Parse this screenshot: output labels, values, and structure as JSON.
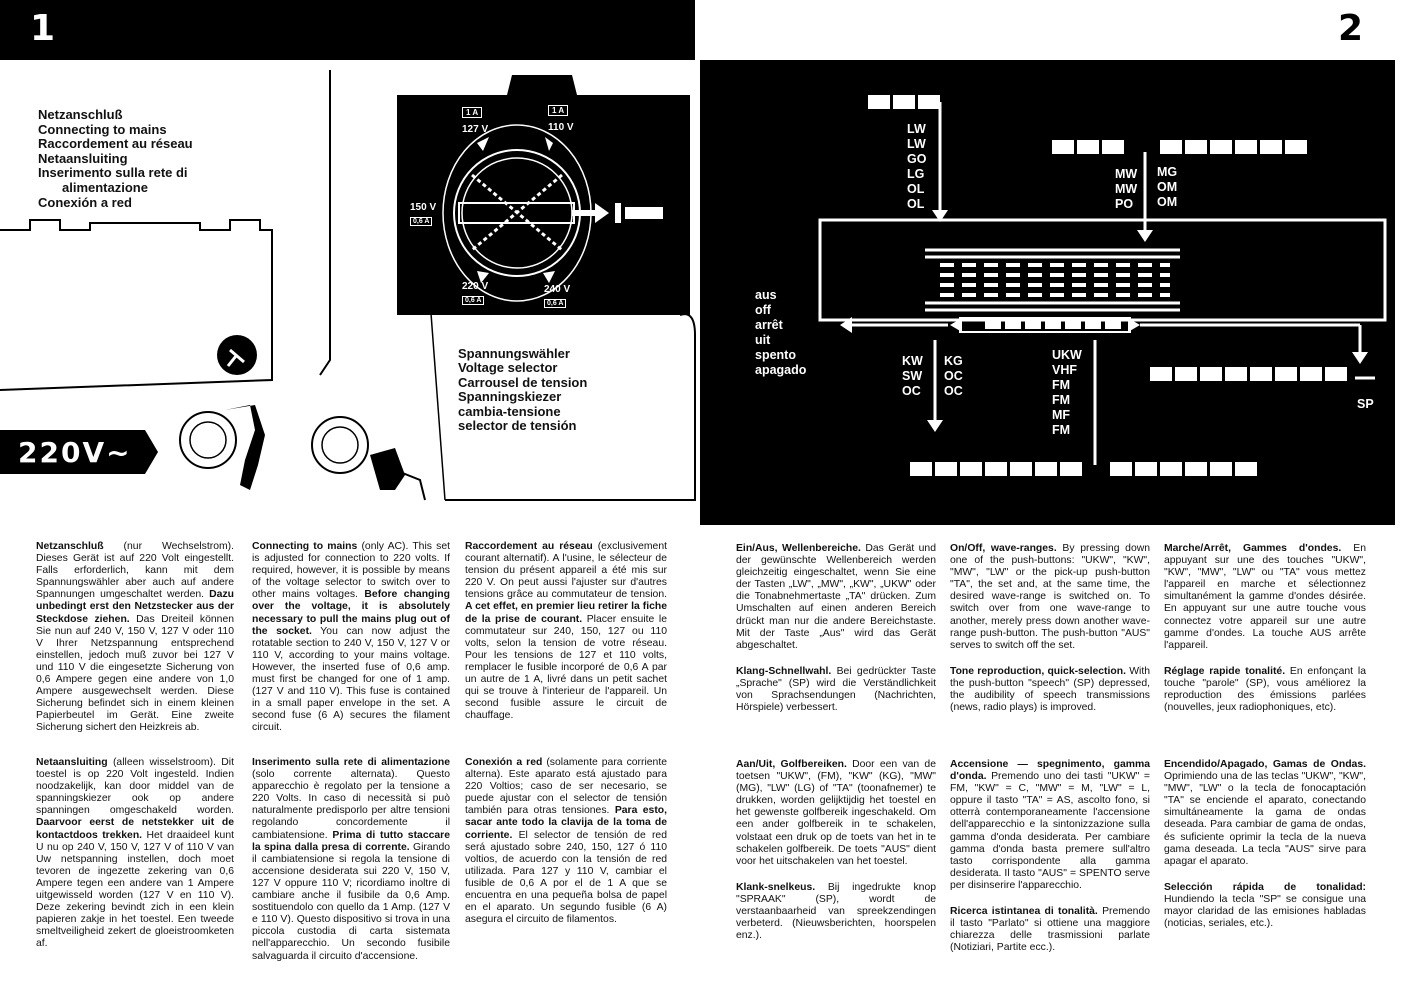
{
  "page_numbers": {
    "left": "1",
    "right": "2"
  },
  "headings": [
    "Netzanschluß",
    "Connecting to mains",
    "Raccordement au réseau",
    "Netaansluiting",
    "Inserimento sulla rete di",
    "alimentazione",
    "Conexión a red"
  ],
  "voltages": {
    "v127": "127 V",
    "v110": "110 V",
    "v150": "150 V",
    "v220": "220 V",
    "v240": "240 V",
    "fuse_1a": "1 A",
    "fuse_06a": "0,6 A"
  },
  "mains_label": "220V~",
  "selector_labels": [
    "Spannungswähler",
    "Voltage selector",
    "Carrousel de tension",
    "Spanningskiezer",
    "cambia-tensione",
    "selector de tensión"
  ],
  "schematic": {
    "lw": [
      "LW",
      "LW",
      "GO",
      "LG",
      "OL",
      "OL"
    ],
    "mw": [
      "MW",
      "MW",
      "PO"
    ],
    "mg": [
      "MG",
      "OM",
      "OM"
    ],
    "off": [
      "aus",
      "off",
      "arrêt",
      "uit",
      "spento",
      "apagado"
    ],
    "kw": [
      "KW",
      "SW",
      "OC"
    ],
    "kg": [
      "KG",
      "OC",
      "OC"
    ],
    "ukw": [
      "UKW",
      "VHF",
      "FM",
      "FM",
      "MF",
      "FM"
    ],
    "sp": "SP"
  },
  "text": {
    "de_b": "Netzanschluß",
    "de_1": " (nur Wechselstrom). Dieses Gerät ist auf 220 Volt eingestellt. Falls erforderlich, kann mit dem Spannungswähler aber auch auf andere Spannungen umgeschaltet werden. ",
    "de_b2": "Dazu unbedingt erst den Netzstecker aus der Steckdose ziehen.",
    "de_2": " Das Dreiteil können Sie nun auf 240 V, 150 V, 127 V oder 110 V Ihrer Netzspannung entsprechend einstellen, jedoch muß zuvor bei 127 V und 110 V die eingesetzte Sicherung von 0,6 Ampere gegen eine andere von 1,0 Ampere ausgewechselt werden. Diese Sicherung befindet sich in einem kleinen Papierbeutel im Gerät. Eine zweite Sicherung sichert den Heizkreis ab.",
    "en_b": "Connecting to mains",
    "en_1": " (only AC). This set is adjusted for connection to 220 volts. If required, however, it is possible by means of the voltage selector to switch over to other mains voltages. ",
    "en_b2": "Before changing over the voltage, it is absolutely necessary to pull the mains plug out of the socket.",
    "en_2": " You can now adjust the rotatable section to 240 V, 150 V, 127 V or 110 V, according to your mains voltage. However, the inserted fuse of 0,6 amp. must first be changed for one of 1 amp. (127 V and 110 V). This fuse is contained in a small paper envelope in the set. A second fuse (6 A) secures the filament circuit.",
    "fr_b": "Raccordement au réseau",
    "fr_1": " (exclusivement courant alternatif). A l'usine, le sélecteur de tension du présent appareil a été mis sur 220 V. On peut aussi l'ajuster sur d'autres tensions grâce au commutateur de tension. ",
    "fr_b2": "A cet effet, en premier lieu retirer la fiche de la prise de courant.",
    "fr_2": " Placer ensuite le commutateur sur 240, 150, 127 ou 110 volts, selon la tension de votre réseau. Pour les tensions de 127 et 110 volts, remplacer le fusible incorporé de 0,6 A par un autre de 1 A, livré dans un petit sachet qui se trouve à l'interieur de l'appareil. Un second fusible assure le circuit de chauffage.",
    "nl_b": "Netaansluiting",
    "nl_1": " (alleen wisselstroom). Dit toestel is op 220 Volt ingesteld. Indien noodzakelijk, kan door middel van de spanningskiezer ook op andere spanningen omgeschakeld worden. ",
    "nl_b2": "Daarvoor eerst de netstekker uit de kontactdoos trekken.",
    "nl_2": " Het draaideel kunt U nu op 240 V, 150 V, 127 V of 110 V van Uw netspanning instellen, doch moet tevoren de ingezette zekering van 0,6 Ampere tegen een andere van 1 Ampere uitgewisseld worden (127 V en 110 V). Deze zekering bevindt zich in een klein papieren zakje in het toestel. Een tweede smeltveiligheid zekert de gloeistroomketen af.",
    "it_b": "Inserimento sulla rete di alimentazione",
    "it_1": " (solo corrente alternata). Questo apparecchio è regolato per la tensione a 220 Volts. In caso di necessità si può naturalmente predisporlo per altre tensioni regolando concordemente il cambiatensione. ",
    "it_b2": "Prima di tutto staccare la spina dalla presa di corrente.",
    "it_2": " Girando il cambiatensione si regola la tensione di accensione desiderata sui 220 V, 150 V, 127 V oppure 110 V; ricordiamo inoltre di cambiare anche il fusibile da 0,6 Amp. sostituendolo con quello da 1 Amp. (127 V e 110 V). Questo dispositivo si trova in una piccola custodia di carta sistemata nell'apparecchio. Un secondo fusibile salvaguarda il circuito d'accensione.",
    "es_b": "Conexión a red",
    "es_1": " (solamente para corriente alterna). Este aparato está ajustado para 220 Voltios; caso de ser necesario, se puede ajustar con el selector de tensión también para otras tensiones. ",
    "es_b2": "Para esto, sacar ante todo la clavija de la toma de corriente.",
    "es_2": " El selector de tensión de red será ajustado sobre 240, 150, 127 ó 110 voltios, de acuerdo con la tensión de red utilizada. Para 127 y 110 V, cambiar el fusible de 0,6 A por el de 1 A que se encuentra en una pequeña bolsa de papel en el aparato. Un segundo fusible (6 A) asegura el circuito de filamentos.",
    "r1_b": "Ein/Aus, Wellenbereiche.",
    "r1_1": " Das Gerät und der gewünschte Wellenbereich werden gleichzeitig eingeschaltet, wenn Sie eine der Tasten „LW\", „MW\", „KW\", „UKW\" oder die Tonabnehmertaste „TA\" drücken. Zum Umschalten auf einen anderen Bereich drückt man nur die andere Bereichstaste. Mit der Taste „Aus\" wird das Gerät abgeschaltet.",
    "r1_b2": "Klang-Schnellwahl.",
    "r1_2": " Bei gedrückter Taste „Sprache\" (SP) wird die Verständlichkeit von Sprachsendungen (Nachrichten, Hörspiele) verbessert.",
    "r2_b": "On/Off, wave-ranges.",
    "r2_1": " By pressing down one of the push-buttons: \"UKW\", \"KW\", \"MW\", \"LW\" or the pick-up push-button \"TA\", the set and, at the same time, the desired wave-range is switched on. To switch over from one wave-range to another, merely press down another wave-range push-button. The push-button \"AUS\" serves to switch off the set.",
    "r2_b2": "Tone reproduction, quick-selection.",
    "r2_2": " With the push-button \"speech\" (SP) depressed, the audibility of speech transmissions (news, radio plays) is improved.",
    "r3_b": "Marche/Arrêt, Gammes d'ondes.",
    "r3_1": " En appuyant sur une des touches \"UKW\", \"KW\", \"MW\", \"LW\" ou \"TA\" vous mettez l'appareil en marche et sélectionnez simultanément la gamme d'ondes désirée. En appuyant sur une autre touche vous connectez votre appareil sur une autre gamme d'ondes. La touche AUS arrête l'appareil.",
    "r3_b2": "Réglage rapide tonalité.",
    "r3_2": " En enfonçant la touche \"parole\" (SP), vous améliorez la reproduction des émissions parlées (nouvelles, jeux radiophoniques, etc).",
    "r4_b": "Aan/Uit, Golfbereiken.",
    "r4_1": " Door een van de toetsen \"UKW\", (FM), \"KW\" (KG), \"MW\" (MG), \"LW\" (LG) of \"TA\" (toonafnemer) te drukken, worden gelijktijdig het toestel en het gewenste golfbereik ingeschakeld. Om een ander golfbereik in te schakelen, volstaat een druk op de toets van het in te schakelen golfbereik. De toets \"AUS\" dient voor het uitschakelen van het toestel.",
    "r4_b2": "Klank-snelkeus.",
    "r4_2": " Bij ingedrukte knop \"SPRAAK\" (SP), wordt de verstaanbaarheid van spreekzendingen verbeterd. (Nieuwsberichten, hoorspelen enz.).",
    "r5_b": "Accensione — spegnimento, gamma d'onda.",
    "r5_1": " Premendo uno dei tasti \"UKW\" = FM, \"KW\" = C, \"MW\" = M, \"LW\" = L, oppure il tasto \"TA\" = AS, ascolto fono, si otterrà contemporaneamente l'accensione dell'apparecchio e la sintonizzazione sulla gamma d'onda desiderata. Per cambiare gamma d'onda basta premere sull'altro tasto corrispondente alla gamma desiderata. Il tasto \"AUS\" = SPENTO serve per disinserire l'apparecchio.",
    "r5_b2": "Ricerca istintanea di tonalità.",
    "r5_2": " Premendo il tasto \"Parlato\" si ottiene una maggiore chiarezza delle trasmissioni parlate (Notiziari, Partite ecc.).",
    "r6_b": "Encendido/Apagado, Gamas de Ondas.",
    "r6_1": " Oprimiendo una de las teclas \"UKW\", \"KW\", \"MW\", \"LW\" o la tecla de fonocaptación \"TA\" se enciende el aparato, conectando simultáneamente la gama de ondas deseada. Para cambiar de gama de ondas, és suficiente oprimir la tecla de la nueva gama deseada. La tecla \"AUS\" sirve para apagar el aparato.",
    "r6_b2": "Selección rápida de tonalidad:",
    "r6_2": " Hundiendo la tecla \"SP\" se consigue una mayor claridad de las emisiones habladas (noticias, seriales, etc.)."
  }
}
